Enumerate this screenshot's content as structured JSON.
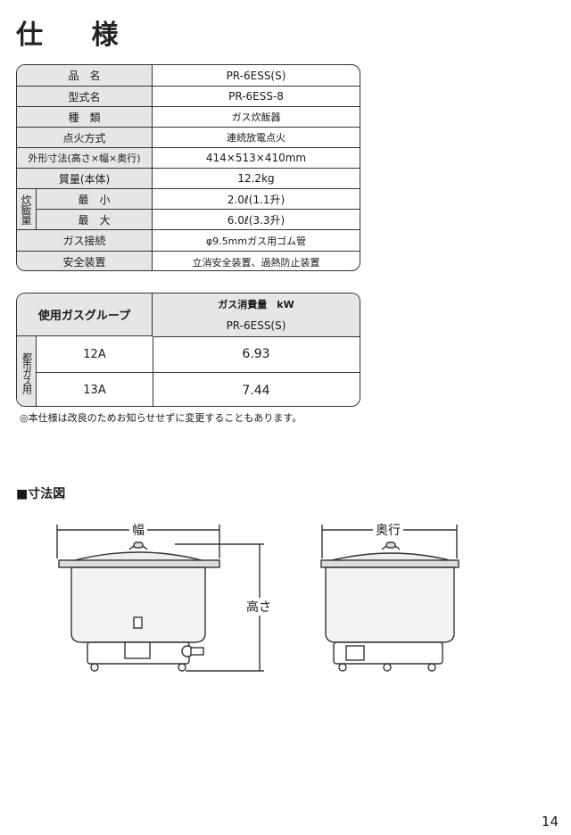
{
  "title": "仕 様",
  "spec_table": {
    "rows": [
      {
        "label": "品　名",
        "value": "PR-6ESS(S)"
      },
      {
        "label": "型式名",
        "value": "PR-6ESS-8"
      },
      {
        "label": "種　類",
        "value": "ガス炊飯器"
      },
      {
        "label": "点火方式",
        "value": "連続放電点火"
      },
      {
        "label": "外形寸法(高さ×幅×奥行)",
        "value": "414×513×410mm"
      },
      {
        "label": "質量(本体)",
        "value": "12.2kg"
      },
      {
        "label": "最　小",
        "value": "2.0ℓ(1.1升)"
      },
      {
        "label": "最　大",
        "value": "6.0ℓ(3.3升)"
      },
      {
        "label": "ガス接続",
        "value": "φ9.5mmガス用ゴム管"
      },
      {
        "label": "安全装置",
        "value": "立消安全装置、過熱防止装置"
      }
    ],
    "group_label": "炊飯量"
  },
  "gas_table": {
    "header_left": "使用ガスグループ",
    "header_top": "ガス消費量　kW",
    "header_model": "PR-6ESS(S)",
    "group_label": "都市ガス用",
    "rows": [
      {
        "gas": "12A",
        "value": "6.93"
      },
      {
        "gas": "13A",
        "value": "7.44"
      }
    ]
  },
  "note": "◎本仕様は改良のためお知らせせずに変更することもあります。",
  "dimensions": {
    "section_title": "■寸法図",
    "width_label": "幅",
    "height_label": "高さ",
    "depth_label": "奥行"
  },
  "page_number": "14"
}
